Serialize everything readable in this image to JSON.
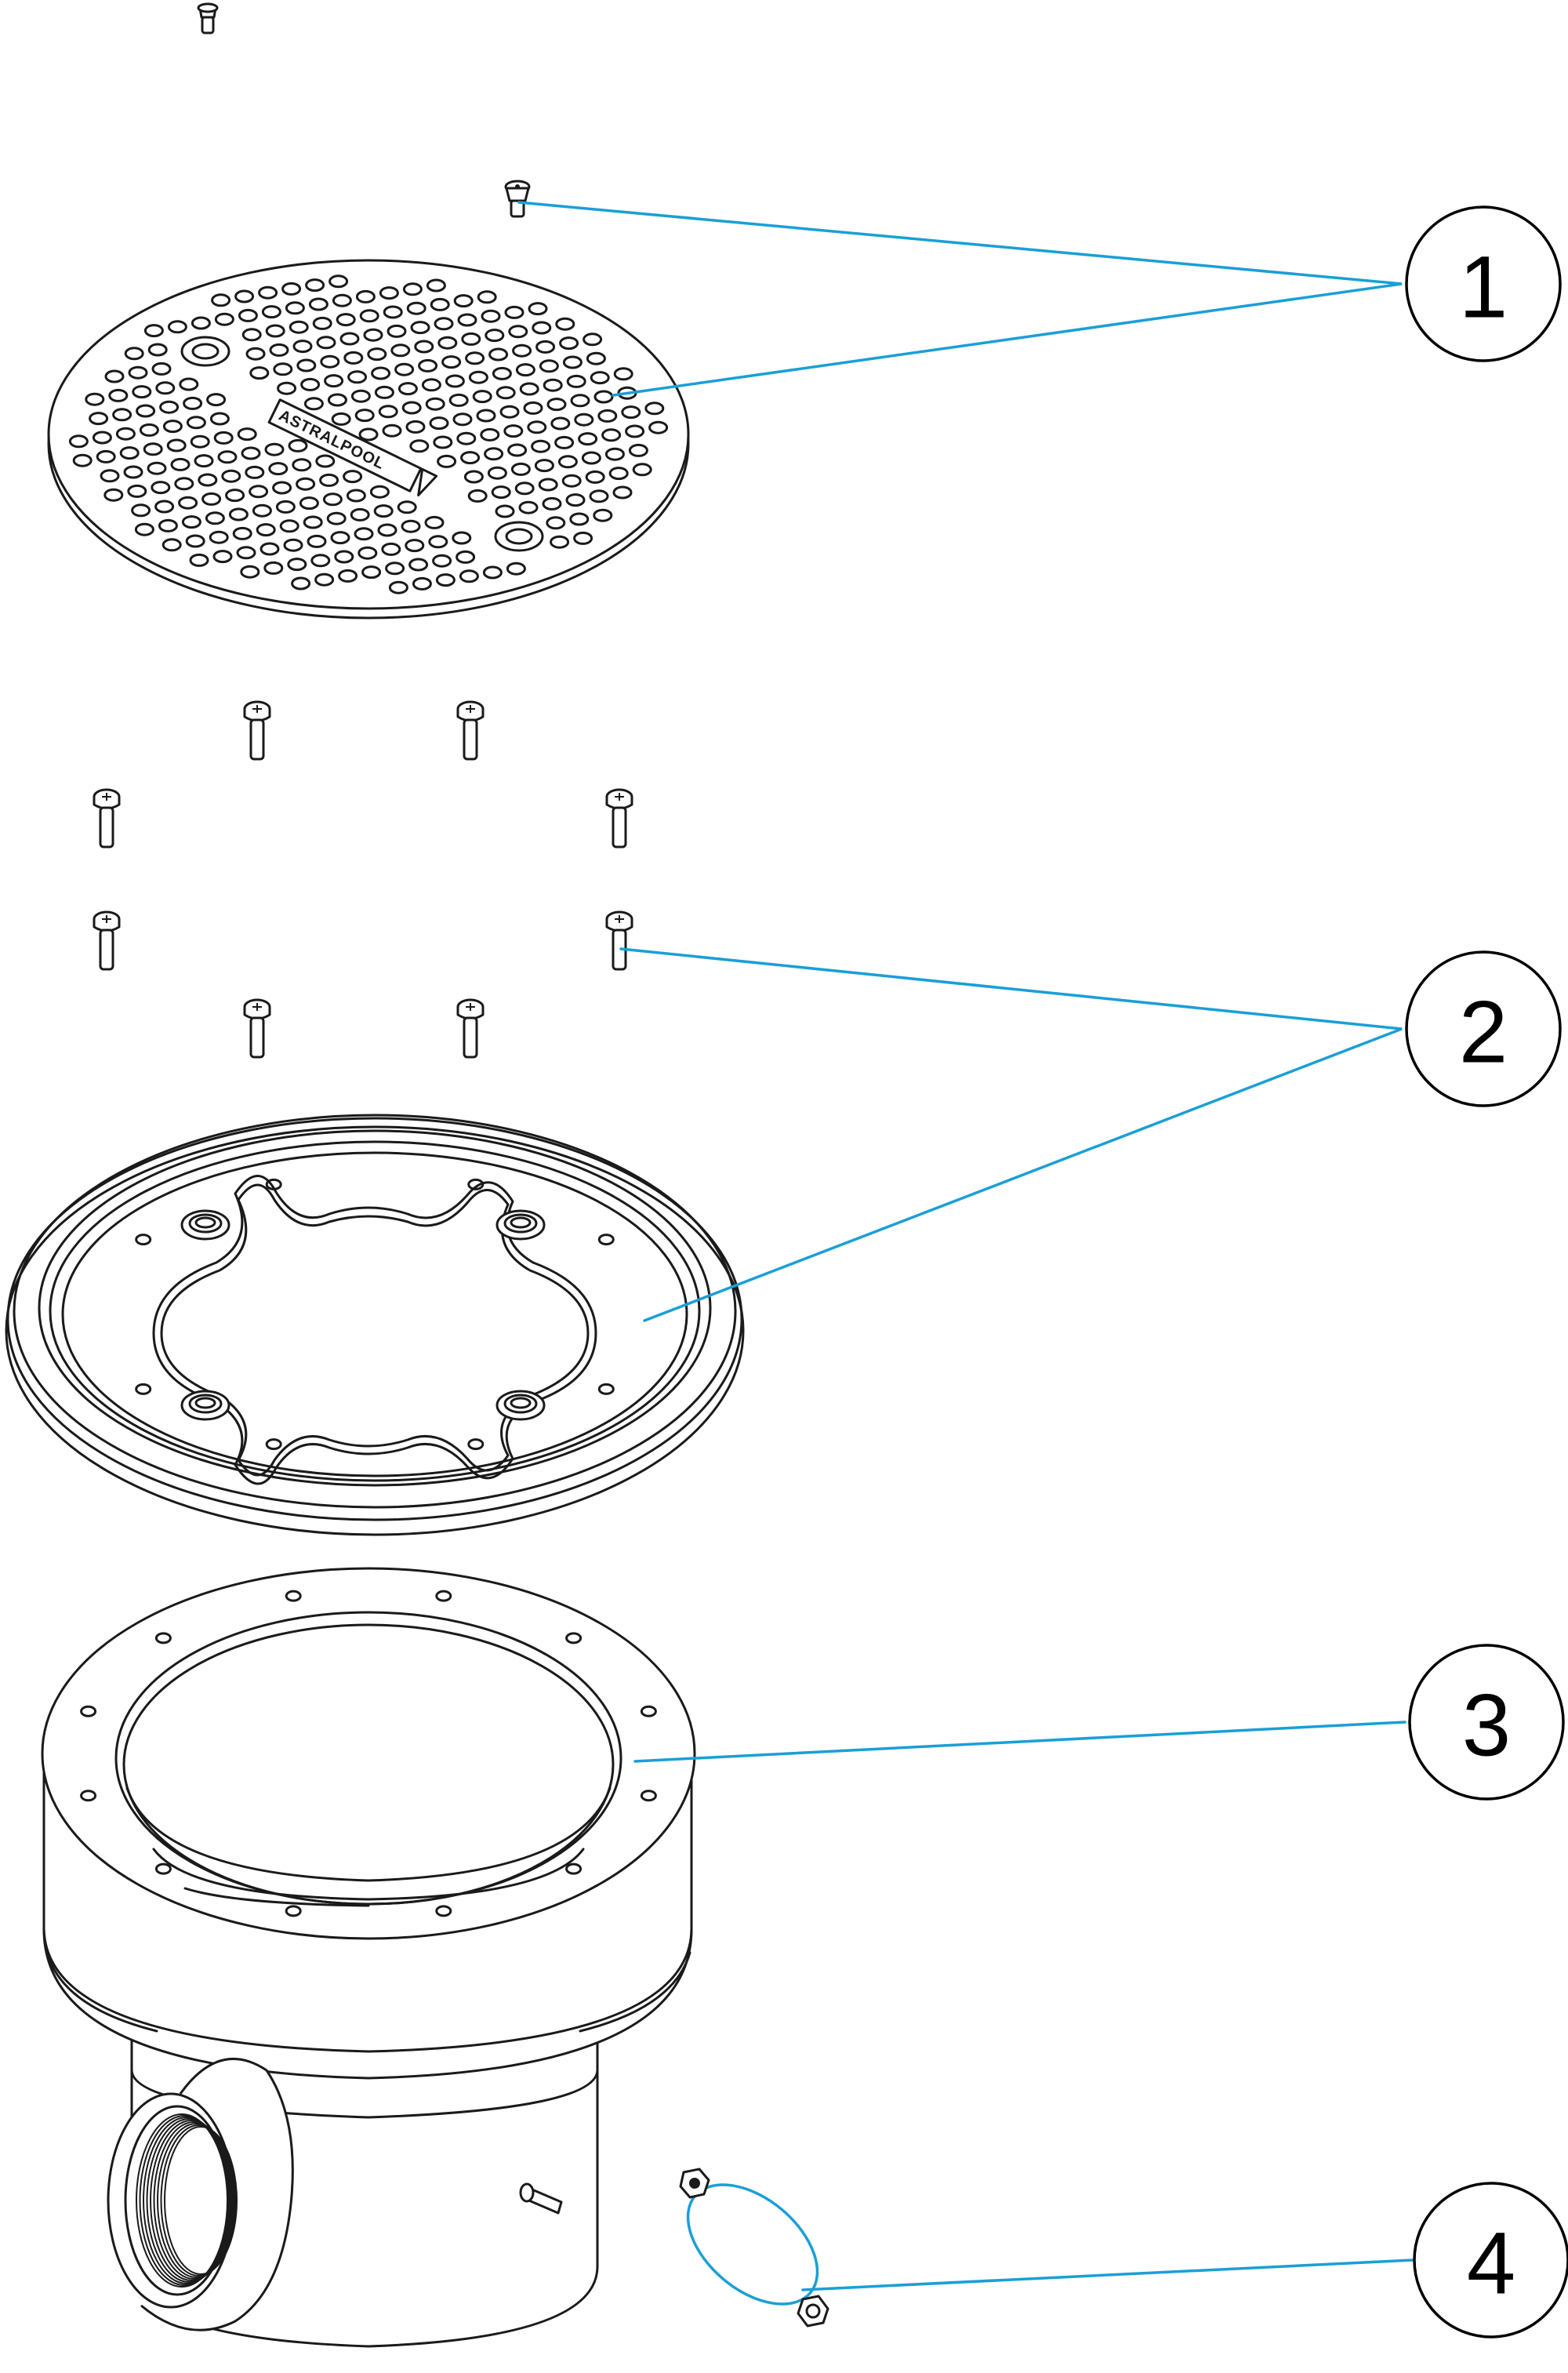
{
  "colors": {
    "leader": "#1a9fd6",
    "line": "#1a1a1a",
    "background": "#ffffff"
  },
  "brand_mark": "ASTRALPOOL",
  "callouts": [
    {
      "id": "callout-1",
      "label": "1",
      "part": "cover-grate-with-screws"
    },
    {
      "id": "callout-2",
      "label": "2",
      "part": "frame-ring-with-screws"
    },
    {
      "id": "callout-3",
      "label": "3",
      "part": "drain-body"
    },
    {
      "id": "callout-4",
      "label": "4",
      "part": "nut-set"
    }
  ]
}
